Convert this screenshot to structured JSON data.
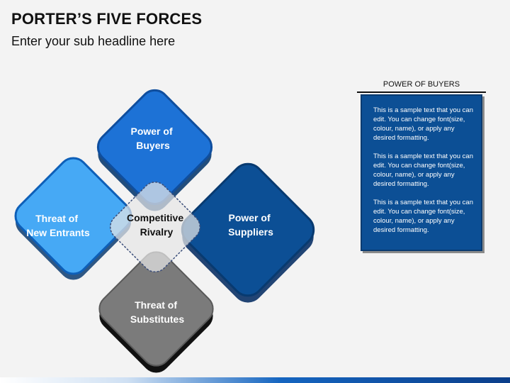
{
  "title": "PORTER’S FIVE FORCES",
  "subtitle": "Enter your sub headline here",
  "forces": {
    "buyers": {
      "line1": "Power of",
      "line2": "Buyers"
    },
    "new_entrants": {
      "line1": "Threat of",
      "line2": "New Entrants"
    },
    "suppliers": {
      "line1": "Power of",
      "line2": "Suppliers"
    },
    "substitutes": {
      "line1": "Threat of",
      "line2": "Substitutes"
    },
    "rivalry": {
      "line1": "Competitive",
      "line2": "Rivalry"
    }
  },
  "panel": {
    "header": "POWER OF BUYERS",
    "paragraphs": [
      "This is a sample text that you can edit. You can change font(size, colour, name), or apply any desired formatting.",
      "This is a sample text that you can edit. You can change font(size, colour, name), or apply any desired formatting.",
      "This is a sample text that you can edit. You can change font(size, colour, name), or apply any desired formatting."
    ]
  },
  "colors": {
    "buyers": "#1d72d6",
    "new_entrants": "#46a9f5",
    "suppliers": "#0c4f95",
    "substitutes": "#7b7b7b",
    "rivalry": "#d9d9d9"
  }
}
